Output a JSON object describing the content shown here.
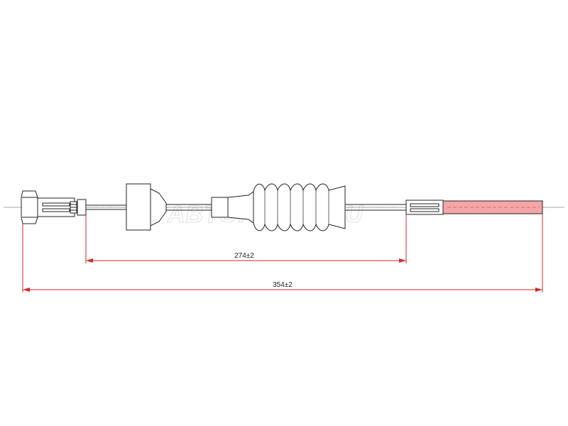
{
  "watermark": "ABTOHAUTORU",
  "dimensions": {
    "inner_length": "274±2",
    "overall_length": "354±2"
  },
  "colors": {
    "outline": "#222222",
    "dimension": "#d62828",
    "threaded_fill": "#f4a6a6",
    "centerline": "#555555"
  }
}
